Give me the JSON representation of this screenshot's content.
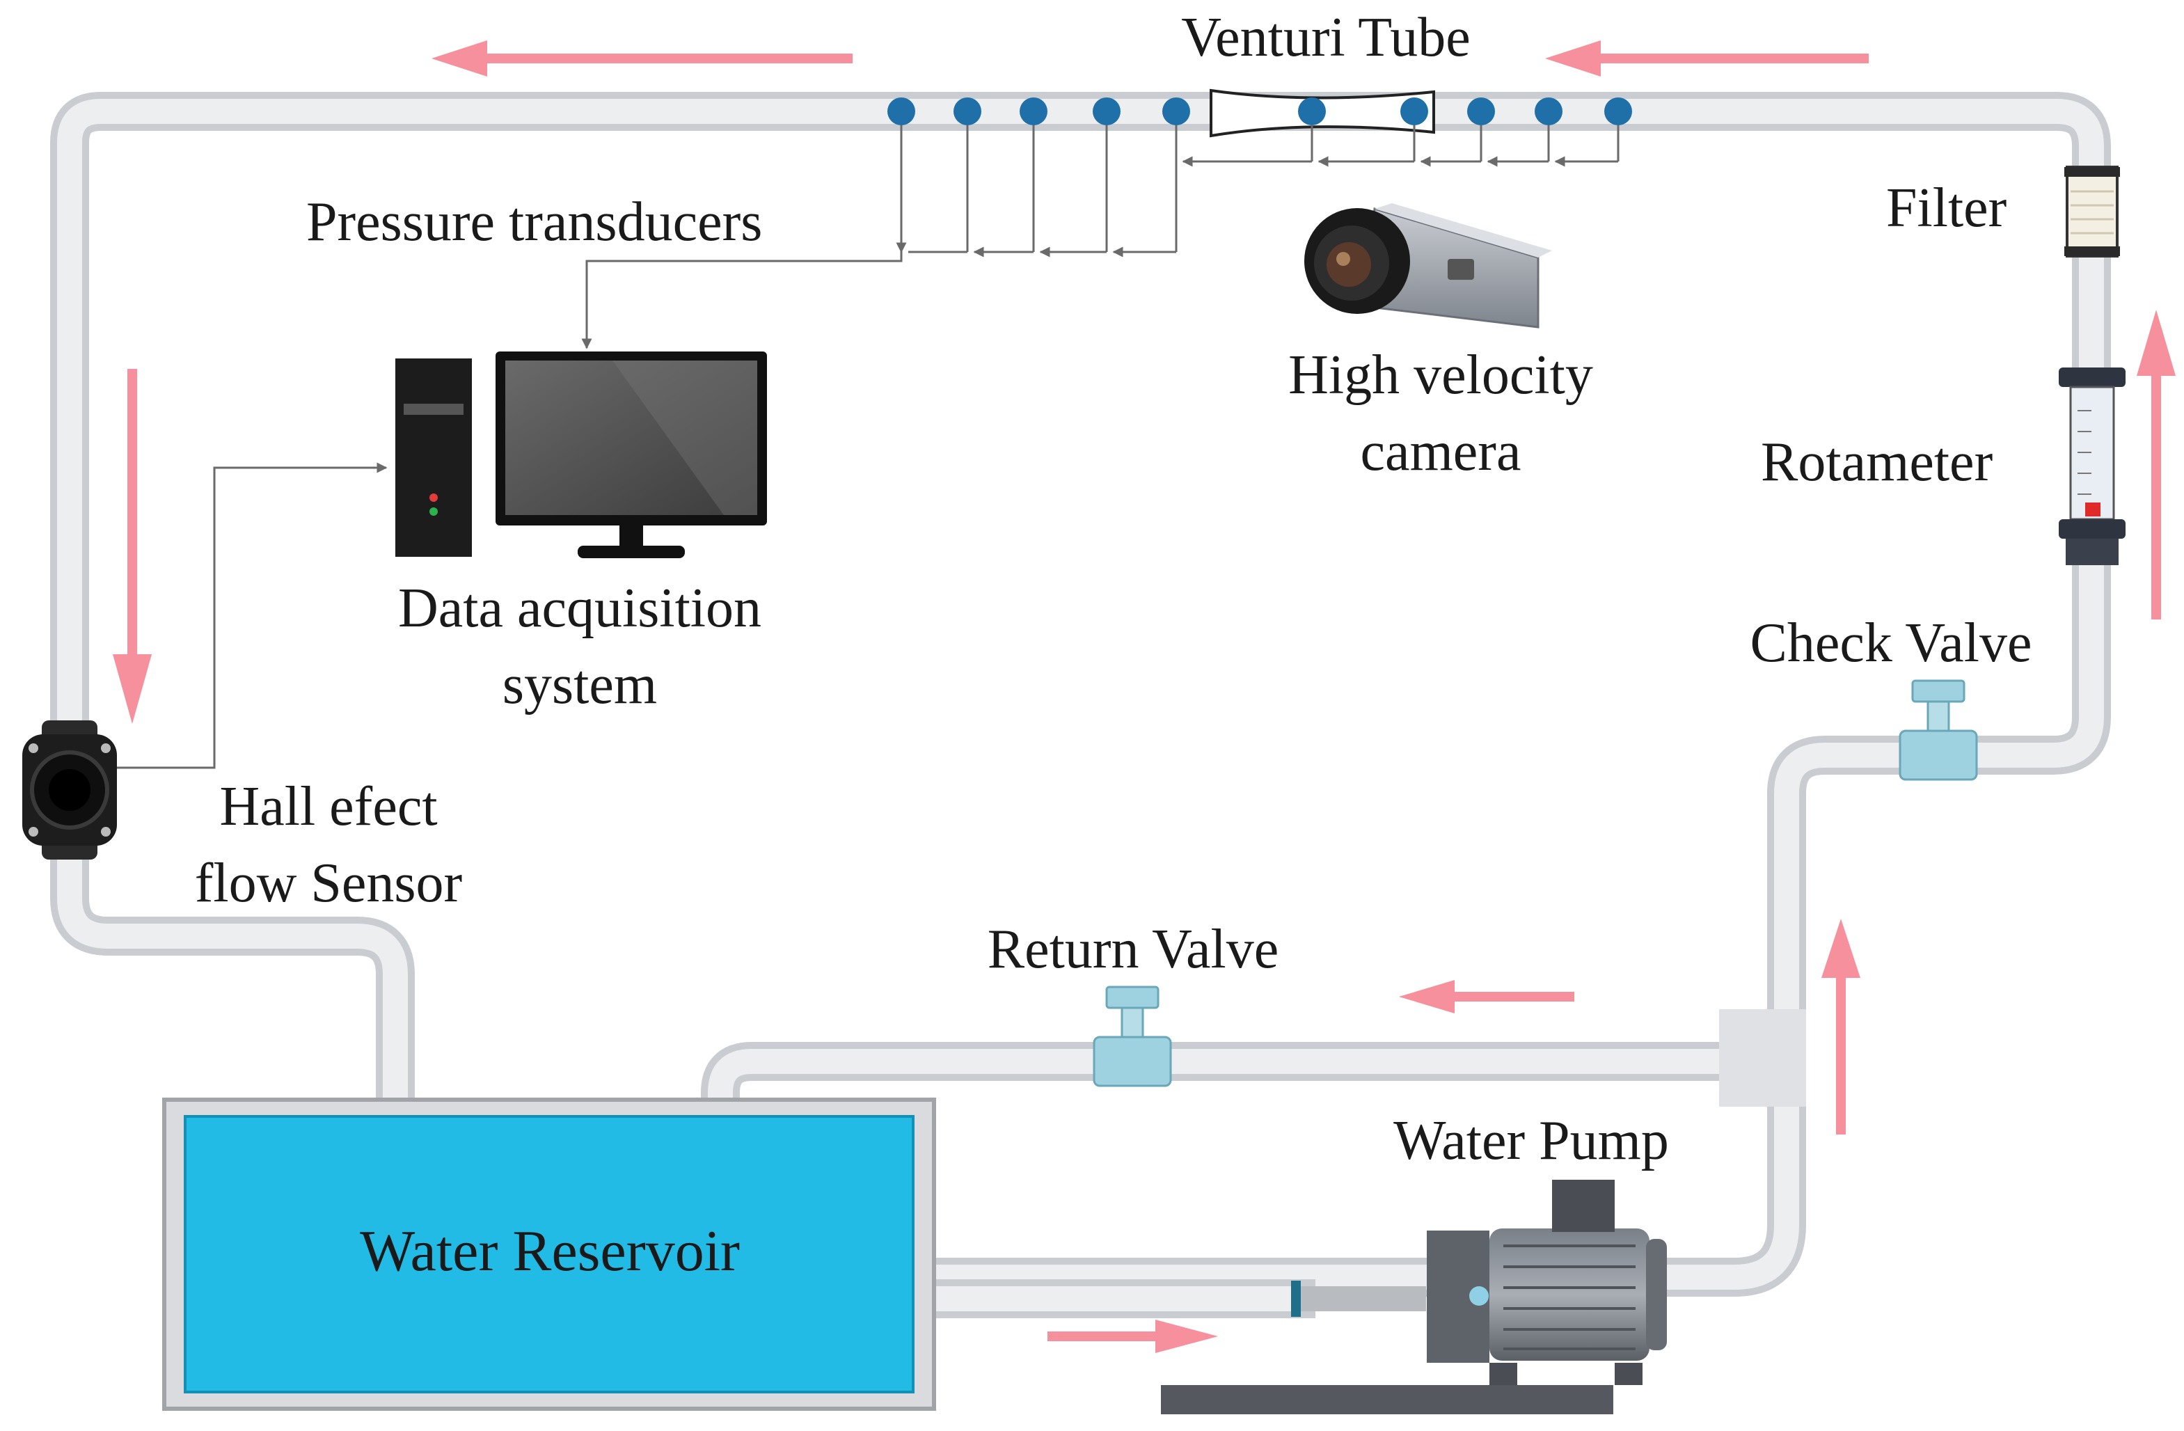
{
  "labels": {
    "venturi": "Venturi Tube",
    "pressure": "Pressure transducers",
    "filter": "Filter",
    "camera_1": "High velocity",
    "camera_2": "camera",
    "rotameter": "Rotameter",
    "daq_1": "Data acquisition",
    "daq_2": "system",
    "check_valve": "Check Valve",
    "hall_1": "Hall efect",
    "hall_2": "flow Sensor",
    "return_valve": "Return Valve",
    "pump": "Water Pump",
    "reservoir": "Water Reservoir"
  },
  "colors": {
    "arrow": "#f5909c",
    "reservoir": "#22bbe6",
    "transducer": "#1f6fa8",
    "pipe": "#e9ebed",
    "valve": "#9fd2e0"
  },
  "icons": [
    "monitor-icon",
    "pc-tower-icon",
    "camera-icon",
    "filter-icon",
    "rotameter-icon",
    "pump-icon",
    "valve-icon",
    "flow-sensor-icon"
  ]
}
